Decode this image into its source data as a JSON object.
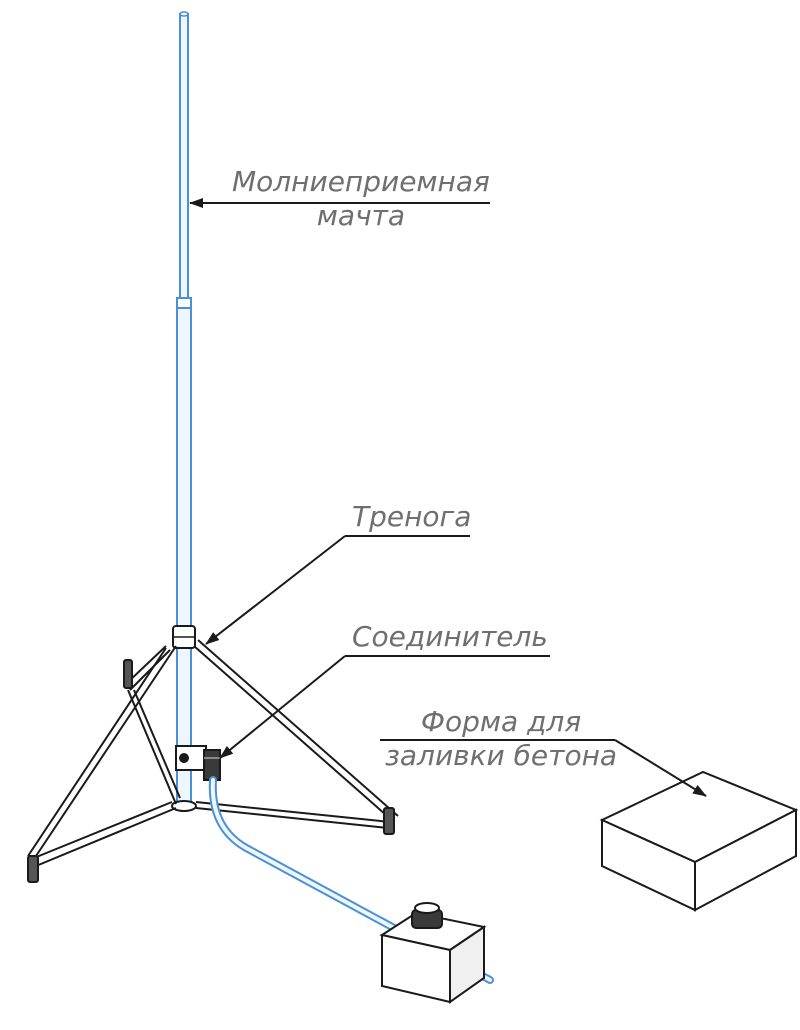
{
  "labels": {
    "mast": [
      "Молниеприемная",
      "мачта"
    ],
    "tripod": "Тренога",
    "connector": "Соединитель",
    "concrete_form": [
      "Форма для",
      "заливки бетона"
    ]
  },
  "colors": {
    "mast_outline": "#4a90d6",
    "mast_fill": "#eef6ff",
    "line": "#1a1a1a",
    "label_text": "#6f6f6f"
  }
}
